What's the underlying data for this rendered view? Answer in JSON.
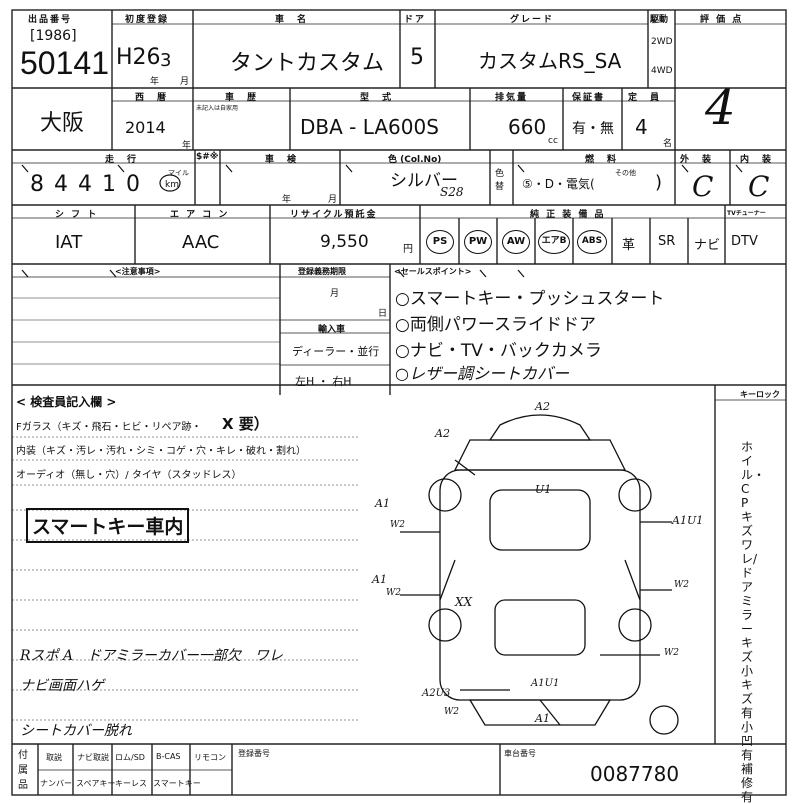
{
  "header": {
    "ship_no_label": "出品番号",
    "ship_no_sub": "[1986]",
    "lot_no": "50141",
    "first_reg_label": "初度登録",
    "first_reg_era": "H26",
    "first_reg_month": "3",
    "first_reg_y": "年",
    "first_reg_m": "月",
    "car_name_label": "車　名",
    "car_name": "タントカスタム",
    "door_label": "ドア",
    "doors": "5",
    "grade_label": "グレード",
    "grade": "カスタムRS_SA",
    "drive_label": "駆動",
    "drive_2wd": "2WD",
    "drive_4wd": "4WD",
    "rating_label": "評 価 点",
    "rating": "4"
  },
  "row2": {
    "area": "大阪",
    "year_label": "西　暦",
    "year": "2014",
    "year_unit": "年",
    "inspection_label": "車　歴",
    "inspection_note": "未記入は自家用",
    "model_label": "型　式",
    "model": "DBA - LA600S",
    "displacement_label": "排気量",
    "displacement": "660",
    "displacement_unit": "cc",
    "warranty_label": "保証書",
    "warranty": "有・無",
    "capacity_label": "定　員",
    "capacity": "4",
    "capacity_unit": "名"
  },
  "row3": {
    "mileage_label": "走　行",
    "mileage_digits": [
      "8",
      "4",
      "4",
      "1",
      "0"
    ],
    "mileage_unit_mile": "マイル",
    "mileage_unit_km": "km",
    "dollar_label": "$#※",
    "shaken_label": "車　検",
    "shaken_year": "年",
    "shaken_month": "月",
    "color_label": "色 (Col.No)",
    "color": "シルバー",
    "color_code": "S28",
    "color_side": "色替",
    "fuel_label": "燃　料",
    "fuel": "⑤・D・電気(",
    "fuel_other": "その他",
    "fuel_close": ")",
    "exterior_label": "外　装",
    "exterior": "C",
    "interior_label": "内　装",
    "interior": "C"
  },
  "row4": {
    "shift_label": "シ フ ト",
    "shift": "IAT",
    "aircon_label": "エ ア コ ン",
    "aircon": "AAC",
    "recycle_label": "リサイクル預託金",
    "recycle": "9,550",
    "recycle_unit": "円",
    "equipment_label": "純 正 装 備 品",
    "equipment": [
      "PS",
      "PW",
      "AW",
      "エアB",
      "ABS",
      "革",
      "SR",
      "ナビ"
    ],
    "equipment_circled": [
      "PS",
      "PW",
      "AW",
      "エアB",
      "ABS"
    ],
    "tv_label": "TVチューナー",
    "tv": "DTV"
  },
  "notes": {
    "caution_label": "<注意事項>",
    "reg_label": "登録義務期限",
    "reg_month": "月",
    "reg_day": "日",
    "import_label": "輸入車",
    "import_dealer": "ディーラー・並行",
    "import_handle": "左H ・ 右H",
    "sales_label": "<セールスポイント>",
    "sales_points": [
      "○スマートキー・プッシュスタート",
      "○両側パワースライドドア",
      "○ナビ・TV・バックカメラ",
      "○レザー調シートカバー"
    ]
  },
  "inspector": {
    "title": "< 検査員記入欄 >",
    "keylock": "キーロック",
    "glass_line": "Fガラス（キズ・飛石・ヒビ・リペア跡・",
    "glass_mark": "X 要）",
    "interior_line": "内装（キズ・汚レ・汚れ・シミ・コゲ・穴・キレ・破れ・割れ）",
    "audio_line": "オーディオ（無し・穴）/ タイヤ（スタッドレス）",
    "stamp": "スマートキー車内",
    "hand_notes": [
      "Rスポ A　ドアミラーカバー一部欠　ワレ",
      "ナビ画面ハゲ",
      "シートカバー脱れ"
    ],
    "side_text": "ホイル・CPキズワレ/ドアミラーキズ小キズ有 小凹有 補修有"
  },
  "diagram_marks": [
    "A2",
    "A2",
    "U1",
    "A1",
    "W2",
    "A1",
    "W2",
    "XX",
    "A1U1",
    "W2",
    "W2",
    "A1U1",
    "A2U3",
    "W2",
    "A1"
  ],
  "footer": {
    "items_label": "付属品",
    "items": [
      "取説",
      "ナビ取説",
      "ロム/SD",
      "B-CAS",
      "リモコン",
      "ナンバー",
      "スペアキー",
      "キーレス",
      "スマートキー"
    ],
    "reg_no_label": "登録番号",
    "chassis_label": "車台番号",
    "chassis": "0087780"
  }
}
